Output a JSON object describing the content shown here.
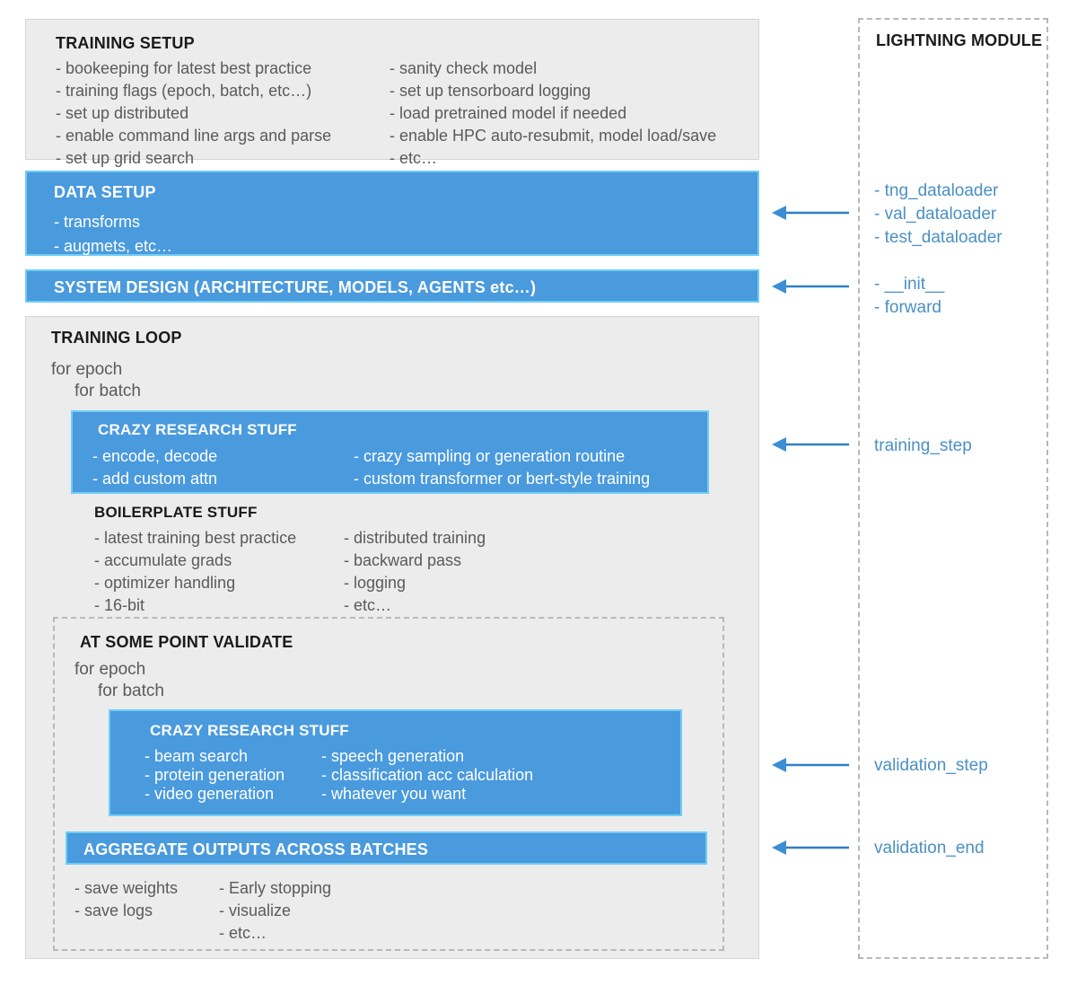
{
  "training_setup": {
    "title": "TRAINING SETUP",
    "left_items": [
      "- bookeeping for latest best practice",
      "- training flags (epoch, batch, etc…)",
      "- set up distributed",
      "- enable command line args and parse",
      "- set up grid search"
    ],
    "right_items": [
      "- sanity check model",
      "- set up tensorboard logging",
      "- load pretrained model if needed",
      "- enable HPC auto-resubmit, model load/save",
      "- etc…"
    ]
  },
  "data_setup": {
    "title": "DATA SETUP",
    "items": [
      "- transforms",
      "- augmets, etc…"
    ]
  },
  "system_design": {
    "title": "SYSTEM DESIGN (ARCHITECTURE, MODELS, AGENTS etc…)"
  },
  "training_loop": {
    "title": "TRAINING LOOP",
    "for_epoch": "for epoch",
    "for_batch": "for batch",
    "crazy_research": {
      "title": "CRAZY RESEARCH STUFF",
      "left_items": [
        "- encode, decode",
        "- add custom attn"
      ],
      "right_items": [
        "- crazy sampling or generation routine",
        "- custom transformer or bert-style training"
      ]
    },
    "boilerplate": {
      "title": "BOILERPLATE STUFF",
      "left_items": [
        "- latest training best practice",
        "- accumulate grads",
        "- optimizer handling",
        "- 16-bit"
      ],
      "right_items": [
        "- distributed training",
        "- backward pass",
        "- logging",
        "- etc…"
      ]
    }
  },
  "validate": {
    "title": "AT SOME POINT VALIDATE",
    "for_epoch": "for epoch",
    "for_batch": "for batch",
    "crazy_research": {
      "title": "CRAZY RESEARCH STUFF",
      "left_items": [
        "- beam search",
        "- protein generation",
        "- video generation"
      ],
      "right_items": [
        "- speech generation",
        "- classification acc calculation",
        "- whatever you want"
      ]
    },
    "aggregate": {
      "title": "AGGREGATE OUTPUTS ACROSS BATCHES",
      "left_items": [
        "- save weights",
        "- save logs"
      ],
      "right_items": [
        "- Early stopping",
        "- visualize",
        "- etc…"
      ]
    }
  },
  "lightning_module": {
    "title": "LIGHTNING MODULE",
    "dataloaders": [
      "- tng_dataloader",
      "- val_dataloader",
      "- test_dataloader"
    ],
    "init_forward": [
      "- __init__",
      "- forward"
    ],
    "training_step": "training_step",
    "validation_step": "validation_step",
    "validation_end": "validation_end"
  },
  "colors": {
    "blue_fill": "#4a9ade",
    "blue_border": "#6fcdf5",
    "gray_fill": "#ececec",
    "gray_border": "#d4d4d4",
    "link_blue": "#4a90c4",
    "dark_text": "#1a1a1a",
    "body_text": "#5a5a5a"
  }
}
